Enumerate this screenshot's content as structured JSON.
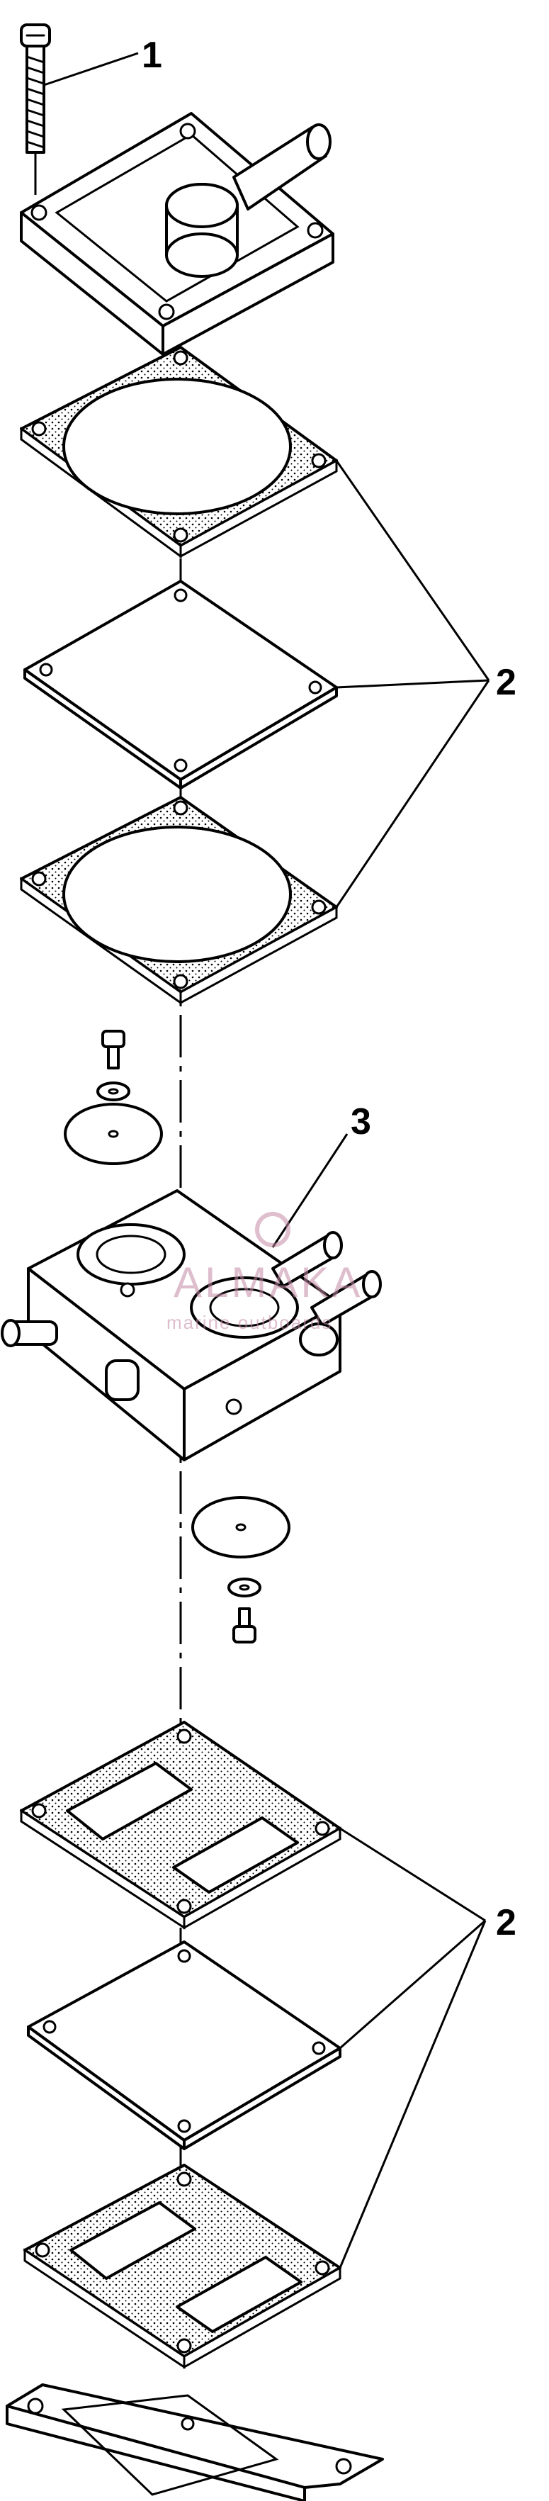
{
  "callouts": {
    "c1": "1",
    "c2_upper": "2",
    "c3": "3",
    "c2_lower": "2"
  },
  "watermark": {
    "brand": "ALMAKA",
    "tagline": "marine outboards"
  },
  "colors": {
    "ink": "#000000",
    "background": "#ffffff",
    "watermark": "#c48aa6"
  }
}
